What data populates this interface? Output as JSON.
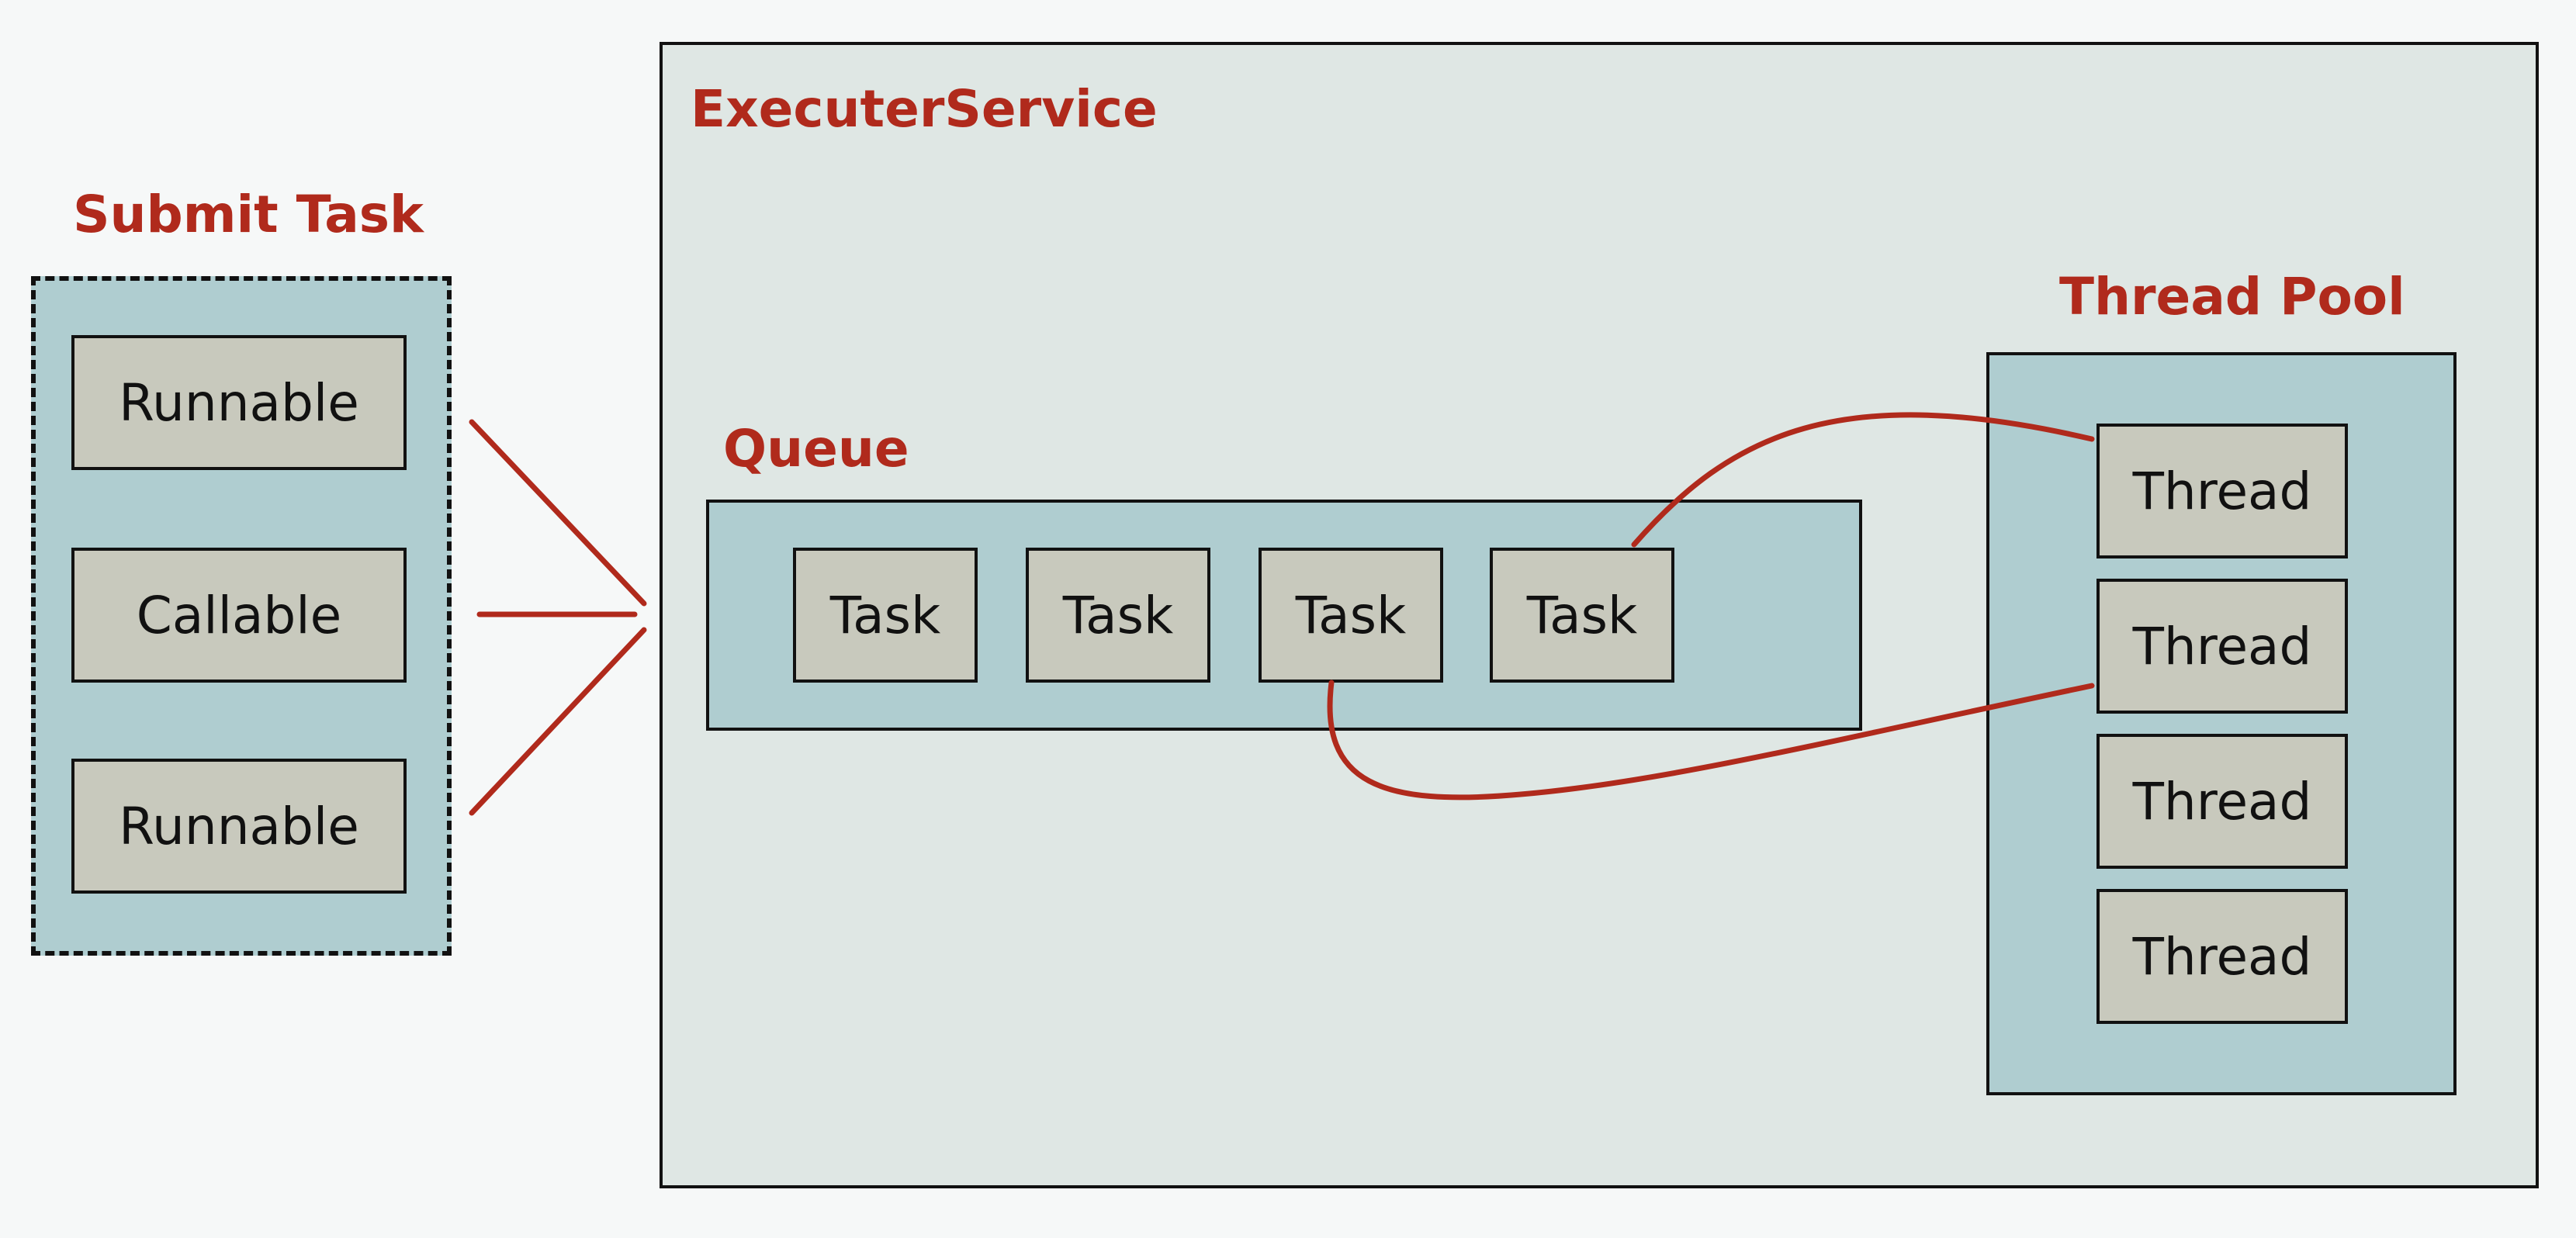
{
  "submit": {
    "title": "Submit Task",
    "items": [
      "Runnable",
      "Callable",
      "Runnable"
    ]
  },
  "executer": {
    "title": "ExecuterService"
  },
  "queue": {
    "title": "Queue",
    "tasks": [
      "Task",
      "Task",
      "Task",
      "Task"
    ]
  },
  "pool": {
    "title": "Thread Pool",
    "threads": [
      "Thread",
      "Thread",
      "Thread",
      "Thread"
    ]
  },
  "colors": {
    "accent": "#b02a1c",
    "outer_panel": "#dfe7e4",
    "inner_panel": "#afcdd0",
    "box_fill": "#c8c9bd",
    "background": "#f6f8f8"
  }
}
